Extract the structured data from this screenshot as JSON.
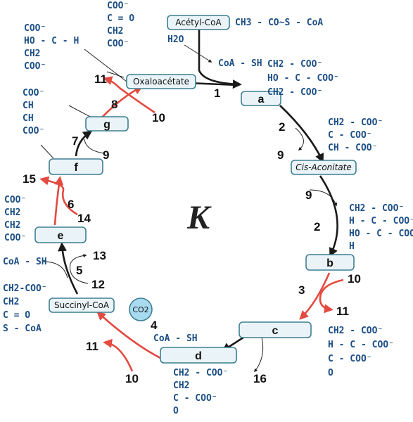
{
  "center_label": "K",
  "boxes": {
    "acetyl_coa": "Acétyl-CoA",
    "oxaloacetate": "Oxaloacétate",
    "cis_aconitate": "Cis-Aconitate",
    "succinyl_coa": "Succinyl-CoA",
    "a": "a",
    "b": "b",
    "c": "c",
    "d": "d",
    "e": "e",
    "f": "f",
    "g": "g"
  },
  "co2": "CO2",
  "side_labels": {
    "acetyl_formula": "CH3 - CO~S - CoA",
    "h2o": "H2O",
    "coa_sh_top": "CoA - SH",
    "coa_sh_left": "CoA - SH",
    "coa_sh_bottom": "CoA - SH"
  },
  "numbers": {
    "n1": "1",
    "n2a": "2",
    "n2b": "2",
    "n3": "3",
    "n4": "4",
    "n5": "5",
    "n6": "6",
    "n7": "7",
    "n8": "8",
    "n9a": "9",
    "n9b": "9",
    "n9c": "9",
    "n10a": "10",
    "n10b": "10",
    "n10c": "10",
    "n11a": "11",
    "n11b": "11",
    "n11c": "11",
    "n12": "12",
    "n13": "13",
    "n14": "14",
    "n15": "15",
    "n16": "16"
  },
  "structures": {
    "s_citrate": [
      "CH2 - COO⁻",
      "HO - C - COO⁻",
      "CH2 - COO⁻"
    ],
    "s_cis": [
      "CH2 - COO⁻",
      "C - COO⁻",
      "CH - COO⁻"
    ],
    "s_isocitrate": [
      "CH2 - COO⁻",
      "H - C - COO⁻",
      "HO - C - COO⁻",
      "H"
    ],
    "s_oxalosuccinate": [
      "CH2 - COO⁻",
      "H - C - COO⁻",
      "C - COO⁻",
      "O"
    ],
    "s_alphakg": [
      "CH2 - COO⁻",
      "CH2",
      "C - COO⁻",
      "O"
    ],
    "s_succinylcoa": [
      "CH2-COO⁻",
      "CH2",
      "C = O",
      "S - CoA"
    ],
    "s_succinate": [
      "COO⁻",
      "CH2",
      "CH2",
      "COO⁻"
    ],
    "s_fumarate": [
      "COO⁻",
      "CH",
      "CH",
      "COO⁻"
    ],
    "s_malate": [
      "COO⁻",
      "HO - C - H",
      "CH2",
      "COO⁻"
    ],
    "s_oxaloacetate": [
      "COO⁻",
      "C = O",
      "CH2",
      "COO⁻"
    ]
  }
}
